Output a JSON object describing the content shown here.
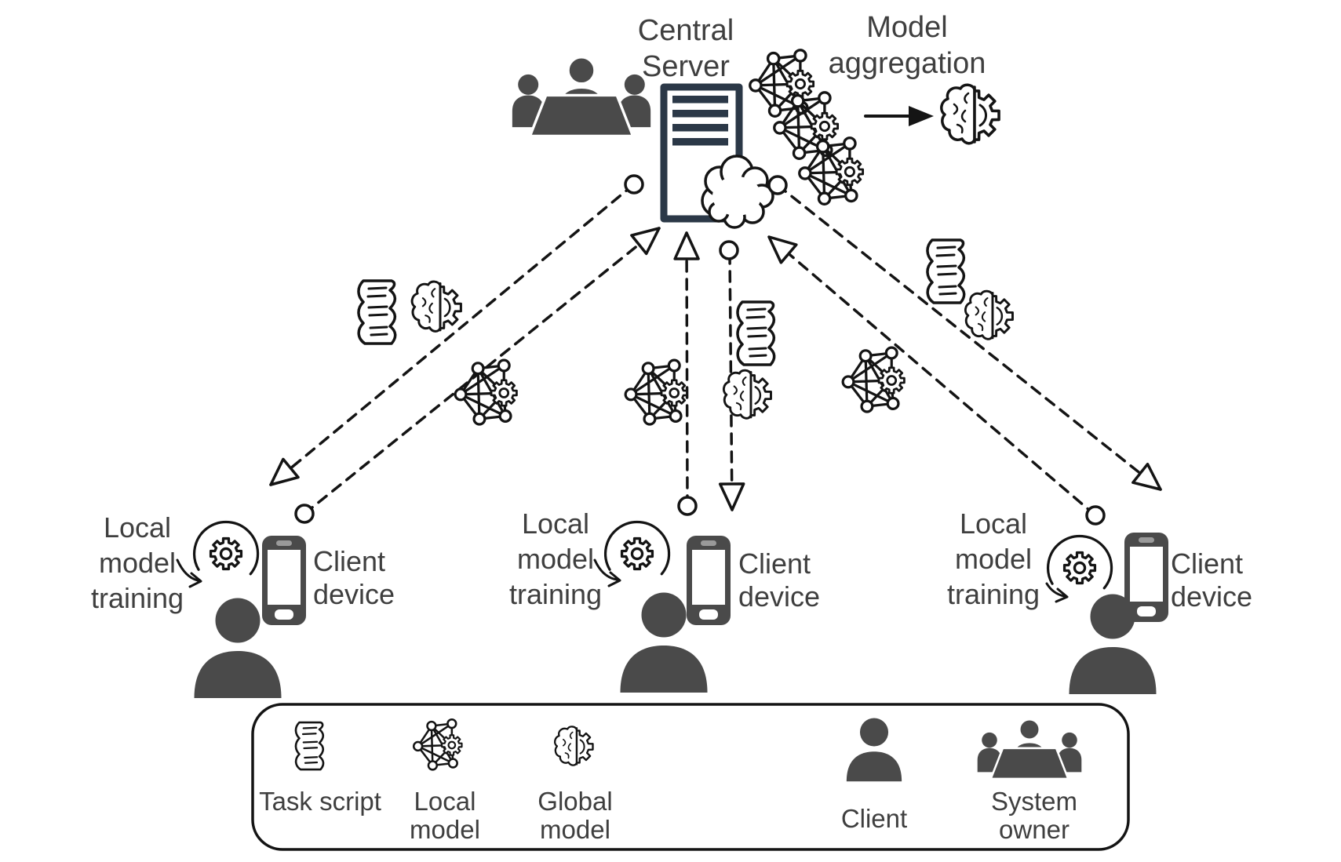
{
  "title": {
    "central_server": "Central\nServer",
    "model_aggregation": "Model\naggregation"
  },
  "clients": [
    {
      "training_label": "Local\nmodel\ntraining",
      "device_label": "Client\ndevice"
    },
    {
      "training_label": "Local\nmodel\ntraining",
      "device_label": "Client\ndevice"
    },
    {
      "training_label": "Local\nmodel\ntraining",
      "device_label": "Client\ndevice"
    }
  ],
  "legend": {
    "items": [
      {
        "icon": "task-script-icon",
        "label": "Task script"
      },
      {
        "icon": "local-model-icon",
        "label": "Local\nmodel"
      },
      {
        "icon": "global-model-icon",
        "label": "Global\nmodel"
      },
      {
        "icon": "client-icon",
        "label": "Client"
      },
      {
        "icon": "system-owner-icon",
        "label": "System\nowner"
      }
    ]
  },
  "colors": {
    "background": "#ffffff",
    "line": "#141414",
    "figure_fill": "#4a4a4a",
    "server_stroke": "#2b3847",
    "text": "#3f3f3f"
  }
}
